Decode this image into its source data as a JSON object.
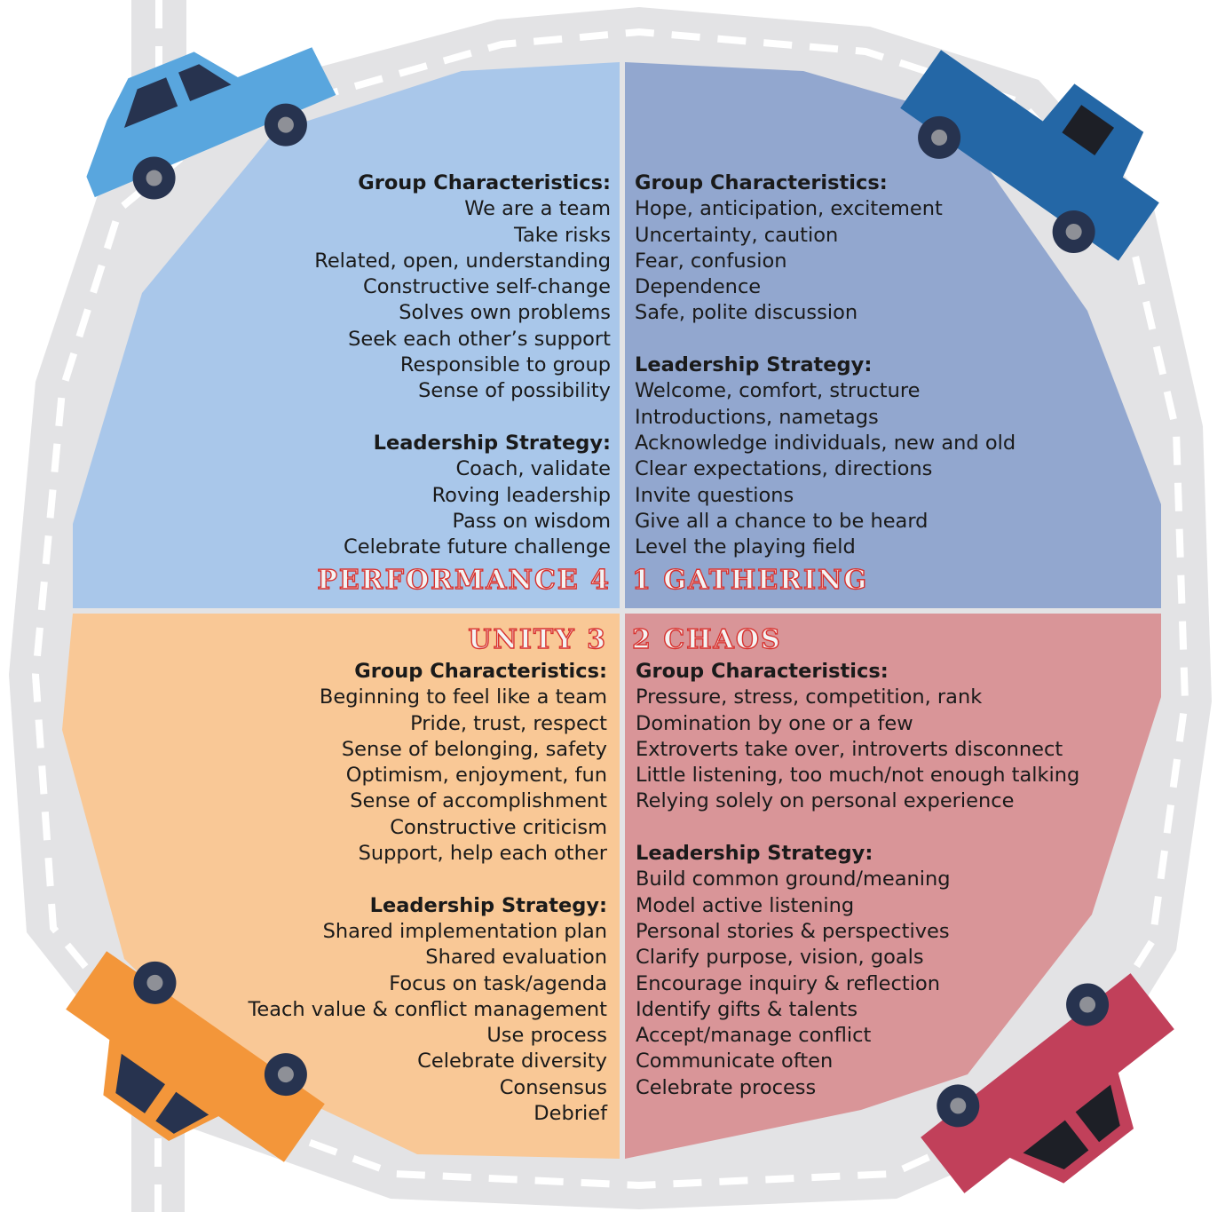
{
  "colors": {
    "road": "#e3e3e5",
    "road_dash": "#ffffff",
    "performance_bg": "#a9c7ea",
    "gathering_bg": "#92a7cf",
    "unity_bg": "#f9c896",
    "chaos_bg": "#d99598",
    "stage_title": "#d8322f",
    "car_top_left": "#59a6de",
    "car_top_right": "#2467a6",
    "car_bottom_left": "#f3963a",
    "car_bottom_right": "#c1405a"
  },
  "icons": [
    "car-icon",
    "road-loop"
  ],
  "performance": {
    "title": "Performance 4",
    "group_heading": "Group Characteristics:",
    "group_items": [
      "We are a team",
      "Take risks",
      "Related, open, understanding",
      "Constructive self-change",
      "Solves own problems",
      "Seek each other’s support",
      "Responsible to group",
      "Sense of possibility"
    ],
    "strategy_heading": "Leadership Strategy:",
    "strategy_items": [
      "Coach, validate",
      "Roving leadership",
      "Pass on wisdom",
      "Celebrate future challenge"
    ]
  },
  "gathering": {
    "title": "1 Gathering",
    "group_heading": "Group Characteristics:",
    "group_items": [
      "Hope, anticipation, excitement",
      "Uncertainty, caution",
      "Fear, confusion",
      "Dependence",
      "Safe, polite discussion"
    ],
    "strategy_heading": "Leadership Strategy:",
    "strategy_items": [
      "Welcome, comfort, structure",
      "Introductions, nametags",
      "Acknowledge individuals, new and old",
      "Clear expectations, directions",
      "Invite questions",
      "Give all a chance to be heard",
      "Level the playing field"
    ]
  },
  "unity": {
    "title": "Unity 3",
    "group_heading": "Group Characteristics:",
    "group_items": [
      "Beginning to feel like a team",
      "Pride, trust, respect",
      "Sense of belonging, safety",
      "Optimism, enjoyment, fun",
      "Sense of accomplishment",
      "Constructive criticism",
      "Support, help each other"
    ],
    "strategy_heading": "Leadership Strategy:",
    "strategy_items": [
      "Shared implementation plan",
      "Shared evaluation",
      "Focus on task/agenda",
      "Teach value & conflict management",
      "Use process",
      "Celebrate diversity",
      "Consensus",
      "Debrief"
    ]
  },
  "chaos": {
    "title": "2 Chaos",
    "group_heading": "Group Characteristics:",
    "group_items": [
      "Pressure, stress, competition, rank",
      "Domination by one or a few",
      "Extroverts take over, introverts disconnect",
      "Little listening, too much/not enough talking",
      "Relying solely on personal experience"
    ],
    "strategy_heading": "Leadership Strategy:",
    "strategy_items": [
      "Build common ground/meaning",
      "Model active listening",
      "Personal stories & perspectives",
      "Clarify purpose, vision, goals",
      "Encourage inquiry & reflection",
      "Identify gifts & talents",
      "Accept/manage conflict",
      "Communicate often",
      "Celebrate process"
    ]
  }
}
